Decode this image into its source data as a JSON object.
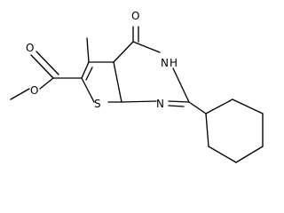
{
  "molecule": {
    "atom_labels": {
      "carbonyl_oxygen": "O",
      "ester_carbonyl_oxygen": "O",
      "ester_single_oxygen": "O",
      "sulfur": "S",
      "ring_nitrogen": "N",
      "nh_nitrogen": "N",
      "nh_hydrogen": "H"
    }
  }
}
